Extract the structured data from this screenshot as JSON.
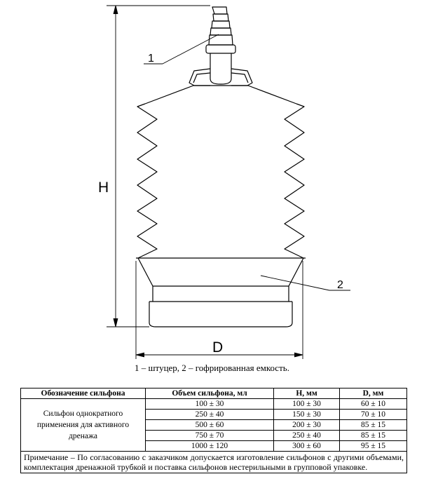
{
  "drawing": {
    "label_1": "1",
    "label_2": "2",
    "dim_h": "H",
    "dim_d": "D"
  },
  "caption": "1 – штуцер, 2 – гофрированная емкость.",
  "table": {
    "headers": [
      "Обозначение сильфона",
      "Объем сильфона, мл",
      "Н, мм",
      "D, мм"
    ],
    "name": "Сильфон однократного применения для активного дренажа",
    "rows": [
      [
        "100 ± 30",
        "100 ± 30",
        "60 ± 10"
      ],
      [
        "250 ± 40",
        "150 ± 30",
        "70 ± 10"
      ],
      [
        "500 ± 60",
        "200 ± 30",
        "85 ± 15"
      ],
      [
        "750 ± 70",
        "250 ± 40",
        "85 ± 15"
      ],
      [
        "1000 ± 120",
        "300 ± 60",
        "95 ± 15"
      ]
    ],
    "note": "Примечание – По согласованию с заказчиком допускается изготовление сильфонов с другими объемами, комплектация дренажной трубкой и поставка сильфонов нестерильными в групповой упаковке."
  }
}
